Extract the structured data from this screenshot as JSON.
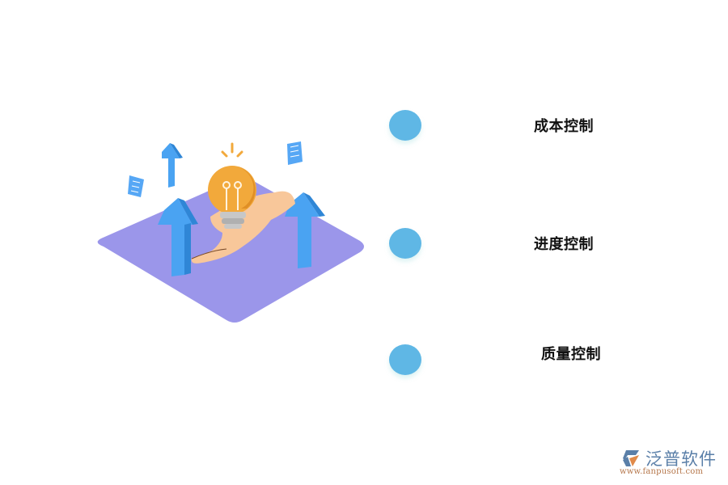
{
  "diagram": {
    "items": [
      {
        "label": "成本控制",
        "color": "#5fb7e5"
      },
      {
        "label": "进度控制",
        "color": "#5fb7e5"
      },
      {
        "label": "质量控制",
        "color": "#5fb7e5"
      }
    ]
  },
  "illustration": {
    "description": "isometric purple platform with hand holding a light bulb and blue upward arrows",
    "platform_color": "#9b96ea",
    "arrow_color": "#4aa3f2",
    "bulb_color": "#f2a93b"
  },
  "logo": {
    "name": "泛普软件",
    "url": "www.fanpusoft.com"
  }
}
